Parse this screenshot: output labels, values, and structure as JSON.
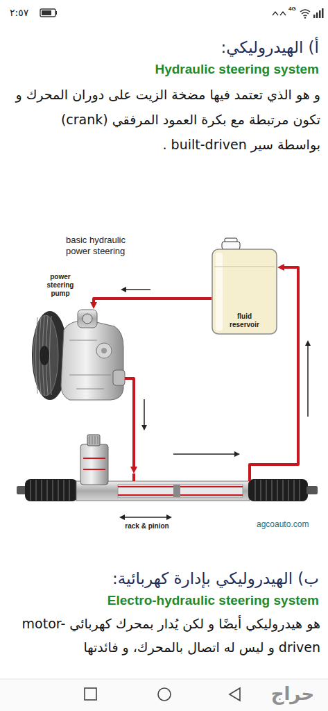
{
  "diagram": {
    "nodes": [
      {
        "text": [
          "power steering pump"
        ]
      },
      {
        "text": [
          "fluid reservoir"
        ]
      },
      {
        "text": [
          "rack & pinion"
        ]
      }
    ],
    "edges": [
      {
        "from": 1,
        "to": 0,
        "arrow": "to"
      },
      {
        "from": 0,
        "to": 2,
        "arrow": "to"
      },
      {
        "from": 2,
        "to": 1,
        "arrow": "to"
      }
    ],
    "labels": [
      "٢:٥٧",
      "4G",
      "أ) الهيدروليكي:",
      "Hydraulic steering system",
      "و هو الذي تعتمد فيها مضخة الزيت على دوران المحرك و تكون مرتبطة مع بكرة العمود المرفقي (crank)",
      "بواسطة سير built-driven .",
      "basic hydraulic power steering",
      "agcoauto.com",
      "ب) الهيدروليكي بإدارة كهربائية:",
      "Electro-hydraulic steering system",
      "هو هيدروليكي أيضًا و لكن يُدار بمحرك كهربائي motor-driven و ليس له اتصال بالمحرك، و فائدتها",
      "حراج"
    ]
  }
}
